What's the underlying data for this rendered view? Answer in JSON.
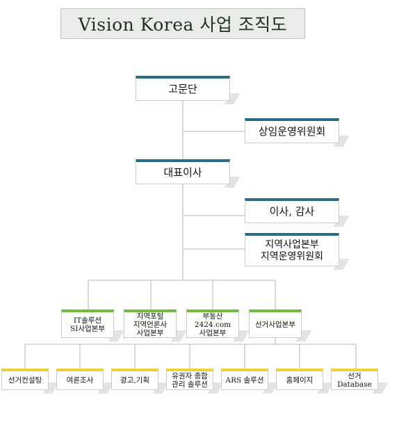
{
  "title": "Vision Korea 사업 조직도",
  "nodes": {
    "advisory": "고문단",
    "committee": "상임운영위원회",
    "ceo": "대표이사",
    "directors": "이사, 감사",
    "regional_hq": "지역사업본부\n지역운영위원회"
  },
  "divisions": [
    "IT솔루션\nSI사업본부",
    "지역포털\n지역언론사\n사업본부",
    "부동산\n2424.com\n사업본부",
    "선거사업본부"
  ],
  "units": [
    "선거컨설팅",
    "여론조사",
    "광고,기획",
    "유권자 종합\n관리 솔루션",
    "ARS 솔루션",
    "홈페이지",
    "선거\nDatabase"
  ]
}
